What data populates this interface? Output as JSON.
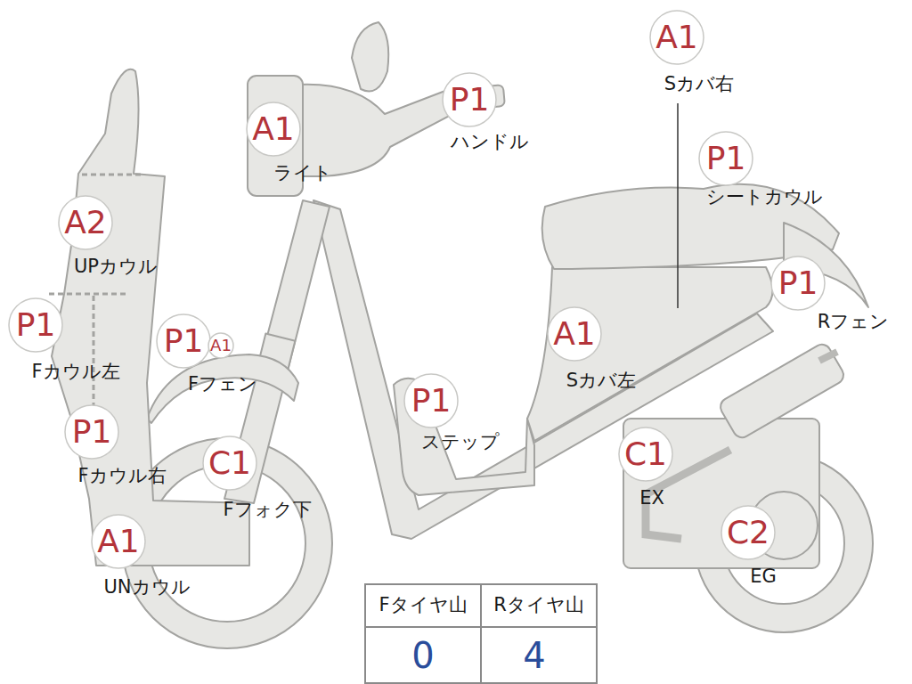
{
  "diagram": {
    "nodes": [
      {
        "text": [
          "A1",
          "Sカバ右"
        ]
      },
      {
        "text": [
          "P1",
          "ハンドル"
        ]
      },
      {
        "text": [
          "A1",
          "ライト"
        ]
      },
      {
        "text": [
          "P1",
          "シートカウル"
        ]
      },
      {
        "text": [
          "A2",
          "UPカウル"
        ]
      },
      {
        "text": [
          "P1",
          "Rフェン"
        ]
      },
      {
        "text": [
          "P1",
          "Fカウル左"
        ]
      },
      {
        "text": [
          "P1",
          "Fフェン"
        ]
      },
      {
        "text": [
          "A1"
        ]
      },
      {
        "text": [
          "A1",
          "Sカバ左"
        ]
      },
      {
        "text": [
          "P1",
          "ステップ"
        ]
      },
      {
        "text": [
          "P1",
          "Fカウル右"
        ]
      },
      {
        "text": [
          "C1",
          "Fフォク下"
        ]
      },
      {
        "text": [
          "C1",
          "EX"
        ]
      },
      {
        "text": [
          "A1",
          "UNカウル"
        ]
      },
      {
        "text": [
          "C2",
          "EG"
        ]
      }
    ],
    "labels": [
      "Fタイヤ山",
      "Rタイヤ山",
      "0",
      "4"
    ]
  }
}
